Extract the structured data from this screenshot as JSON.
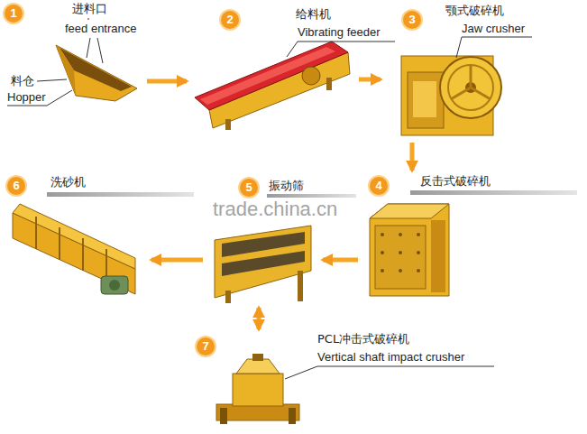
{
  "diagram": {
    "nodes": [
      {
        "text": [
          "1",
          "进料口",
          "feed entrance",
          "料仓",
          "Hopper"
        ]
      },
      {
        "text": [
          "2",
          "给料机",
          "Vibrating feeder"
        ]
      },
      {
        "text": [
          "3",
          "颚式破碎机",
          "Jaw crusher"
        ]
      },
      {
        "text": [
          "4",
          "反击式破碎机"
        ]
      },
      {
        "text": [
          "5",
          "振动筛"
        ]
      },
      {
        "text": [
          "6",
          "洗砂机"
        ]
      },
      {
        "text": [
          "7",
          "PCL冲击式破碎机",
          "Vertical shaft impact crusher"
        ]
      }
    ],
    "edges": [
      {
        "from": 0,
        "to": 1,
        "arrow": "to"
      },
      {
        "from": 1,
        "to": 2,
        "arrow": "to"
      },
      {
        "from": 2,
        "to": 3,
        "arrow": "to"
      },
      {
        "from": 3,
        "to": 4,
        "arrow": "to"
      },
      {
        "from": 4,
        "to": 5,
        "arrow": "to"
      },
      {
        "from": 4,
        "to": 6,
        "arrow": "both"
      }
    ],
    "labels": [
      "trade.china.cn"
    ]
  }
}
